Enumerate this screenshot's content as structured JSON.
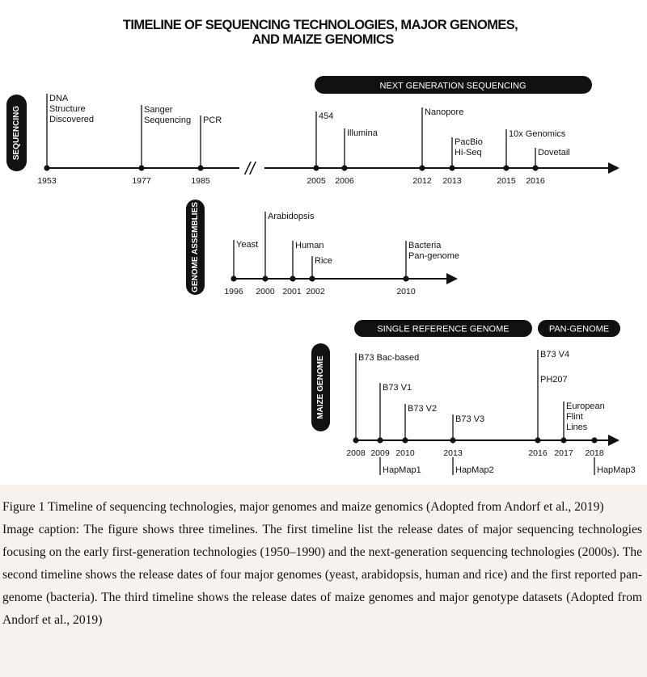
{
  "figure": {
    "title_line1": "TIMELINE OF SEQUENCING TECHNOLOGIES, MAJOR GENOMES,",
    "title_line2": "AND MAIZE GENOMICS",
    "break_mark": "//",
    "sequencing": {
      "side_label": "SEQUENCING",
      "banner": "NEXT GENERATION SEQUENCING",
      "years": [
        "1953",
        "1977",
        "1985",
        "2005",
        "2006",
        "2012",
        "2013",
        "2015",
        "2016"
      ],
      "events": [
        {
          "lines": [
            "DNA",
            "Structure",
            "Discovered"
          ]
        },
        {
          "lines": [
            "Sanger",
            "Sequencing"
          ]
        },
        {
          "lines": [
            "PCR"
          ]
        },
        {
          "lines": [
            "454"
          ]
        },
        {
          "lines": [
            "Illumina"
          ]
        },
        {
          "lines": [
            "Nanopore"
          ]
        },
        {
          "lines": [
            "PacBio",
            "Hi-Seq"
          ]
        },
        {
          "lines": [
            "10x Genomics"
          ]
        },
        {
          "lines": [
            "Dovetail"
          ]
        }
      ]
    },
    "assemblies": {
      "side_label": "GENOME ASSEMBLIES",
      "years": [
        "1996",
        "2000",
        "2001",
        "2002",
        "2010"
      ],
      "events": [
        {
          "lines": [
            "Yeast"
          ]
        },
        {
          "lines": [
            "Arabidopsis"
          ]
        },
        {
          "lines": [
            "Human"
          ]
        },
        {
          "lines": [
            "Rice"
          ]
        },
        {
          "lines": [
            "Bacteria",
            "Pan-genome"
          ]
        }
      ]
    },
    "maize": {
      "side_label": "MAIZE GENOME",
      "banner_single": "SINGLE REFERENCE GENOME",
      "banner_pan": "PAN-GENOME",
      "years": [
        "2008",
        "2009",
        "2010",
        "2013",
        "2016",
        "2017",
        "2018"
      ],
      "events_above": [
        {
          "lines": [
            "B73 Bac-based"
          ]
        },
        {
          "lines": [
            "B73 V1"
          ]
        },
        {
          "lines": [
            "B73 V2"
          ]
        },
        {
          "lines": [
            "B73 V3"
          ]
        },
        {
          "lines": [
            "B73 V4"
          ]
        },
        {
          "lines": [
            "PH207"
          ]
        },
        {
          "lines": [
            "European",
            "Flint",
            "Lines"
          ]
        }
      ],
      "events_below": [
        {
          "lines": [
            "HapMap1"
          ]
        },
        {
          "lines": [
            "HapMap2"
          ]
        },
        {
          "lines": [
            "HapMap3"
          ]
        }
      ]
    }
  },
  "caption": {
    "figure_line": "Figure 1 Timeline of sequencing technologies, major genomes and maize genomics (Adopted from Andorf et al., 2019)",
    "image_caption": "Image caption: The figure shows three timelines. The first timeline list the release dates of major sequencing technologies focusing on the early first-generation technologies (1950–1990) and the next-generation sequencing technologies (2000s). The second timeline shows the release dates of four major genomes (yeast, arabidopsis, human and rice) and the first reported pan-genome (bacteria). The third timeline shows the release dates of maize genomes and major genotype datasets (Adopted from Andorf et al., 2019)"
  }
}
